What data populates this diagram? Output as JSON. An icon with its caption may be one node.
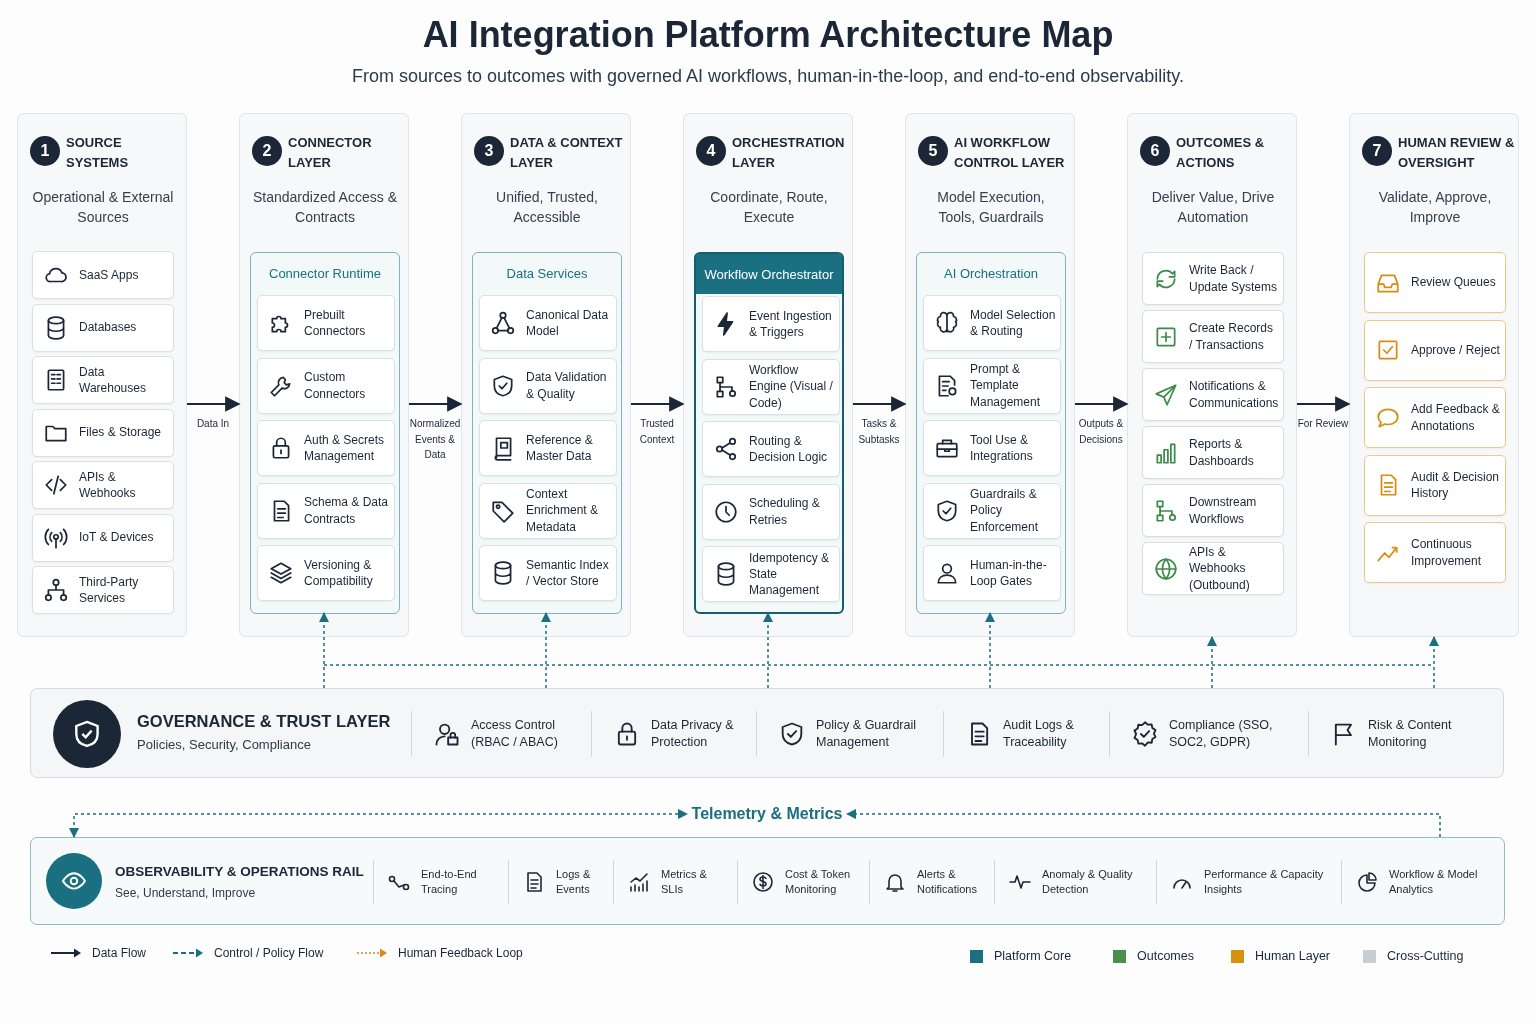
{
  "diagram": {
    "title": "AI Integration Platform Architecture Map",
    "nodes": [
      {
        "text": [
          "1",
          "SOURCE SYSTEMS",
          "Operational & External Sources"
        ]
      },
      {
        "text": [
          "2",
          "CONNECTOR LAYER",
          "Standardized Access & Contracts"
        ]
      },
      {
        "text": [
          "3",
          "DATA & CONTEXT LAYER",
          "Unified, Trusted, Accessible"
        ]
      },
      {
        "text": [
          "4",
          "ORCHESTRATION LAYER",
          "Coordinate, Route, Execute"
        ]
      },
      {
        "text": [
          "5",
          "AI WORKFLOW CONTROL LAYER",
          "Model Execution, Tools, Guardrails"
        ]
      },
      {
        "text": [
          "6",
          "OUTCOMES & ACTIONS",
          "Deliver Value, Drive Automation"
        ]
      },
      {
        "text": [
          "7",
          "HUMAN REVIEW & OVERSIGHT",
          "Validate, Approve, Improve"
        ]
      },
      {
        "text": [
          "SaaS Apps"
        ],
        "in": 0
      },
      {
        "text": [
          "Databases"
        ],
        "in": 0
      },
      {
        "text": [
          "Data Warehouses"
        ],
        "in": 0
      },
      {
        "text": [
          "Files & Storage"
        ],
        "in": 0
      },
      {
        "text": [
          "APIs & Webhooks"
        ],
        "in": 0
      },
      {
        "text": [
          "IoT & Devices"
        ],
        "in": 0
      },
      {
        "text": [
          "Third-Party Services"
        ],
        "in": 0
      },
      {
        "text": [
          "Connector Runtime"
        ],
        "in": 1
      },
      {
        "text": [
          "Prebuilt Connectors"
        ],
        "in": 14
      },
      {
        "text": [
          "Custom Connectors"
        ],
        "in": 14
      },
      {
        "text": [
          "Auth & Secrets Management"
        ],
        "in": 14
      },
      {
        "text": [
          "Schema & Data Contracts"
        ],
        "in": 14
      },
      {
        "text": [
          "Versioning & Compatibility"
        ],
        "in": 14
      },
      {
        "text": [
          "Data Services"
        ],
        "in": 2
      },
      {
        "text": [
          "Canonical Data Model"
        ],
        "in": 20
      },
      {
        "text": [
          "Data Validation & Quality"
        ],
        "in": 20
      },
      {
        "text": [
          "Reference & Master Data"
        ],
        "in": 20
      },
      {
        "text": [
          "Context Enrichment & Metadata"
        ],
        "in": 20
      },
      {
        "text": [
          "Semantic Index / Vector Store"
        ],
        "in": 20
      },
      {
        "text": [
          "Workflow Orchestrator"
        ],
        "in": 3
      },
      {
        "text": [
          "Event Ingestion & Triggers"
        ],
        "in": 26
      },
      {
        "text": [
          "Workflow Engine (Visual / Code)"
        ],
        "in": 26
      },
      {
        "text": [
          "Routing & Decision Logic"
        ],
        "in": 26
      },
      {
        "text": [
          "Scheduling & Retries"
        ],
        "in": 26
      },
      {
        "text": [
          "Idempotency & State Management"
        ],
        "in": 26
      },
      {
        "text": [
          "AI Orchestration"
        ],
        "in": 4
      },
      {
        "text": [
          "Model Selection & Routing"
        ],
        "in": 32
      },
      {
        "text": [
          "Prompt & Template Management"
        ],
        "in": 32
      },
      {
        "text": [
          "Tool Use & Integrations"
        ],
        "in": 32
      },
      {
        "text": [
          "Guardrails & Policy Enforcement"
        ],
        "in": 32
      },
      {
        "text": [
          "Human-in-the-Loop Gates"
        ],
        "in": 32
      },
      {
        "text": [
          "Write Back / Update Systems"
        ],
        "in": 5
      },
      {
        "text": [
          "Create Records / Transactions"
        ],
        "in": 5
      },
      {
        "text": [
          "Notifications & Communications"
        ],
        "in": 5
      },
      {
        "text": [
          "Reports & Dashboards"
        ],
        "in": 5
      },
      {
        "text": [
          "Downstream Workflows"
        ],
        "in": 5
      },
      {
        "text": [
          "APIs & Webhooks (Outbound)"
        ],
        "in": 5
      },
      {
        "text": [
          "Review Queues"
        ],
        "in": 6
      },
      {
        "text": [
          "Approve / Reject"
        ],
        "in": 6
      },
      {
        "text": [
          "Add Feedback & Annotations"
        ],
        "in": 6
      },
      {
        "text": [
          "Audit & Decision History"
        ],
        "in": 6
      },
      {
        "text": [
          "Continuous Improvement"
        ],
        "in": 6
      },
      {
        "text": [
          "GOVERNANCE & TRUST LAYER",
          "Policies, Security, Compliance"
        ]
      },
      {
        "text": [
          "Access Control (RBAC / ABAC)"
        ],
        "in": 49
      },
      {
        "text": [
          "Data Privacy & Protection"
        ],
        "in": 49
      },
      {
        "text": [
          "Policy & Guardrail Management"
        ],
        "in": 49
      },
      {
        "text": [
          "Audit Logs & Traceability"
        ],
        "in": 49
      },
      {
        "text": [
          "Compliance (SSO, SOC2, GDPR)"
        ],
        "in": 49
      },
      {
        "text": [
          "Risk & Content Monitoring"
        ],
        "in": 49
      },
      {
        "text": [
          "Telemetry & Metrics"
        ]
      },
      {
        "text": [
          "OBSERVABILITY & OPERATIONS RAIL",
          "See, Understand, Improve"
        ]
      },
      {
        "text": [
          "End-to-End Tracing"
        ],
        "in": 57
      },
      {
        "text": [
          "Logs & Events"
        ],
        "in": 57
      },
      {
        "text": [
          "Metrics & SLIs"
        ],
        "in": 57
      },
      {
        "text": [
          "Cost & Token Monitoring"
        ],
        "in": 57
      },
      {
        "text": [
          "Alerts & Notifications"
        ],
        "in": 57
      },
      {
        "text": [
          "Anomaly & Quality Detection"
        ],
        "in": 57
      },
      {
        "text": [
          "Performance & Capacity Insights"
        ],
        "in": 57
      },
      {
        "text": [
          "Workflow & Model Analytics"
        ],
        "in": 57
      }
    ],
    "edges": [
      {
        "from": 0,
        "to": 1,
        "arrow": "to",
        "label": "Data In"
      },
      {
        "from": 1,
        "to": 2,
        "arrow": "to",
        "label": "Normalized Events & Data"
      },
      {
        "from": 2,
        "to": 3,
        "arrow": "to",
        "label": "Trusted Context"
      },
      {
        "from": 3,
        "to": 4,
        "arrow": "to",
        "label": "Tasks & Subtasks"
      },
      {
        "from": 4,
        "to": 5,
        "arrow": "to",
        "label": "Outputs & Decisions"
      },
      {
        "from": 5,
        "to": 6,
        "arrow": "to",
        "label": "For Review"
      },
      {
        "from": 49,
        "to": 14,
        "arrow": "to",
        "style": "dashed",
        "color": "#1a6f80"
      },
      {
        "from": 49,
        "to": 20,
        "arrow": "to",
        "style": "dashed",
        "color": "#1a6f80"
      },
      {
        "from": 49,
        "to": 26,
        "arrow": "to",
        "style": "dashed",
        "color": "#1a6f80"
      },
      {
        "from": 49,
        "to": 32,
        "arrow": "to",
        "style": "dashed",
        "color": "#1a6f80"
      },
      {
        "from": 49,
        "to": 5,
        "arrow": "to",
        "style": "dashed",
        "color": "#1a6f80"
      },
      {
        "from": 49,
        "to": 6,
        "arrow": "to",
        "style": "dashed",
        "color": "#1a6f80"
      },
      {
        "from": 57,
        "to": 56,
        "arrow": "both",
        "style": "dashed",
        "color": "#1a6f80"
      },
      {
        "from": 57,
        "to": 56,
        "arrow": "to",
        "style": "dashed",
        "color": "#1a6f80"
      }
    ],
    "labels": [
      "From sources to outcomes with governed AI workflows, human-in-the-loop, and end-to-end observability."
    ],
    "legend": [
      {
        "text": "Data Flow"
      },
      {
        "text": "Control / Policy Flow"
      },
      {
        "text": "Human Feedback Loop"
      },
      {
        "text": "Platform Core",
        "color": "#1a6f80"
      },
      {
        "text": "Outcomes",
        "color": "#4a8f4f"
      },
      {
        "text": "Human Layer",
        "color": "#d4920e"
      },
      {
        "text": "Cross-Cutting",
        "color": "#c8ced6"
      }
    ]
  }
}
